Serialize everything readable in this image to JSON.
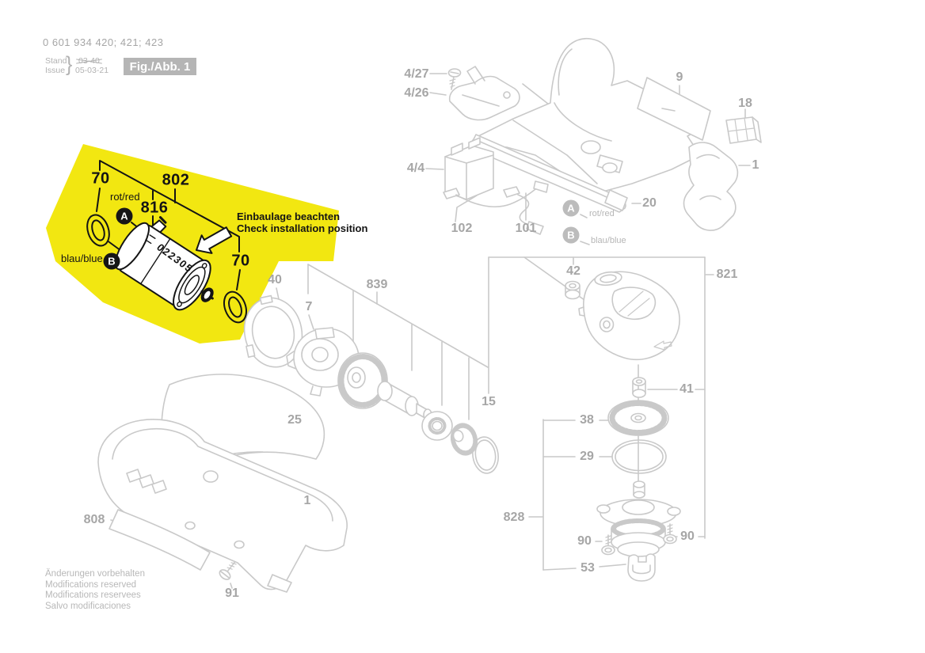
{
  "header": {
    "part_number": "0 601 934 420; 421; 423",
    "stand_label": "Stand",
    "issue_label": "Issue",
    "brace": "}",
    "superseded_date": "03-40",
    "issue_date": "05-03-21",
    "figure_label": "Fig./Abb. 1"
  },
  "highlight": {
    "color": "#f2e711",
    "part_70_left": "70",
    "part_802": "802",
    "part_816": "816",
    "part_70_right": "70",
    "badge_a": "A",
    "badge_a_label": "rot/red",
    "badge_b": "B",
    "badge_b_label": "blau/blue",
    "note_line1": "Einbaulage beachten",
    "note_line2": "Check installation position",
    "motor_marking": "022305"
  },
  "legend": {
    "badge_a": "A",
    "badge_a_label": "rot/red",
    "badge_b": "B",
    "badge_b_label": "blau/blue"
  },
  "parts": {
    "p4_27": "4/27",
    "p4_26": "4/26",
    "p4_4": "4/4",
    "p102": "102",
    "p101": "101",
    "p9": "9",
    "p18": "18",
    "p1_top": "1",
    "p20": "20",
    "p821": "821",
    "p42": "42",
    "p41": "41",
    "p40": "40",
    "p7": "7",
    "p839": "839",
    "p15": "15",
    "p25": "25",
    "p1_bottom": "1",
    "p808": "808",
    "p91": "91",
    "p38": "38",
    "p29": "29",
    "p828": "828",
    "p90_left": "90",
    "p90_right": "90",
    "p53": "53"
  },
  "footer": {
    "line1": "Änderungen vorbehalten",
    "line2": "Modifications reserved",
    "line3": "Modifications reservees",
    "line4": "Salvo modificaciones"
  },
  "colors": {
    "highlight": "#f2e711",
    "diagram_line": "#c9c9c9",
    "label_gray": "#a6a6a6",
    "ink": "#141414",
    "figure_box_bg": "#b5b5b5"
  }
}
